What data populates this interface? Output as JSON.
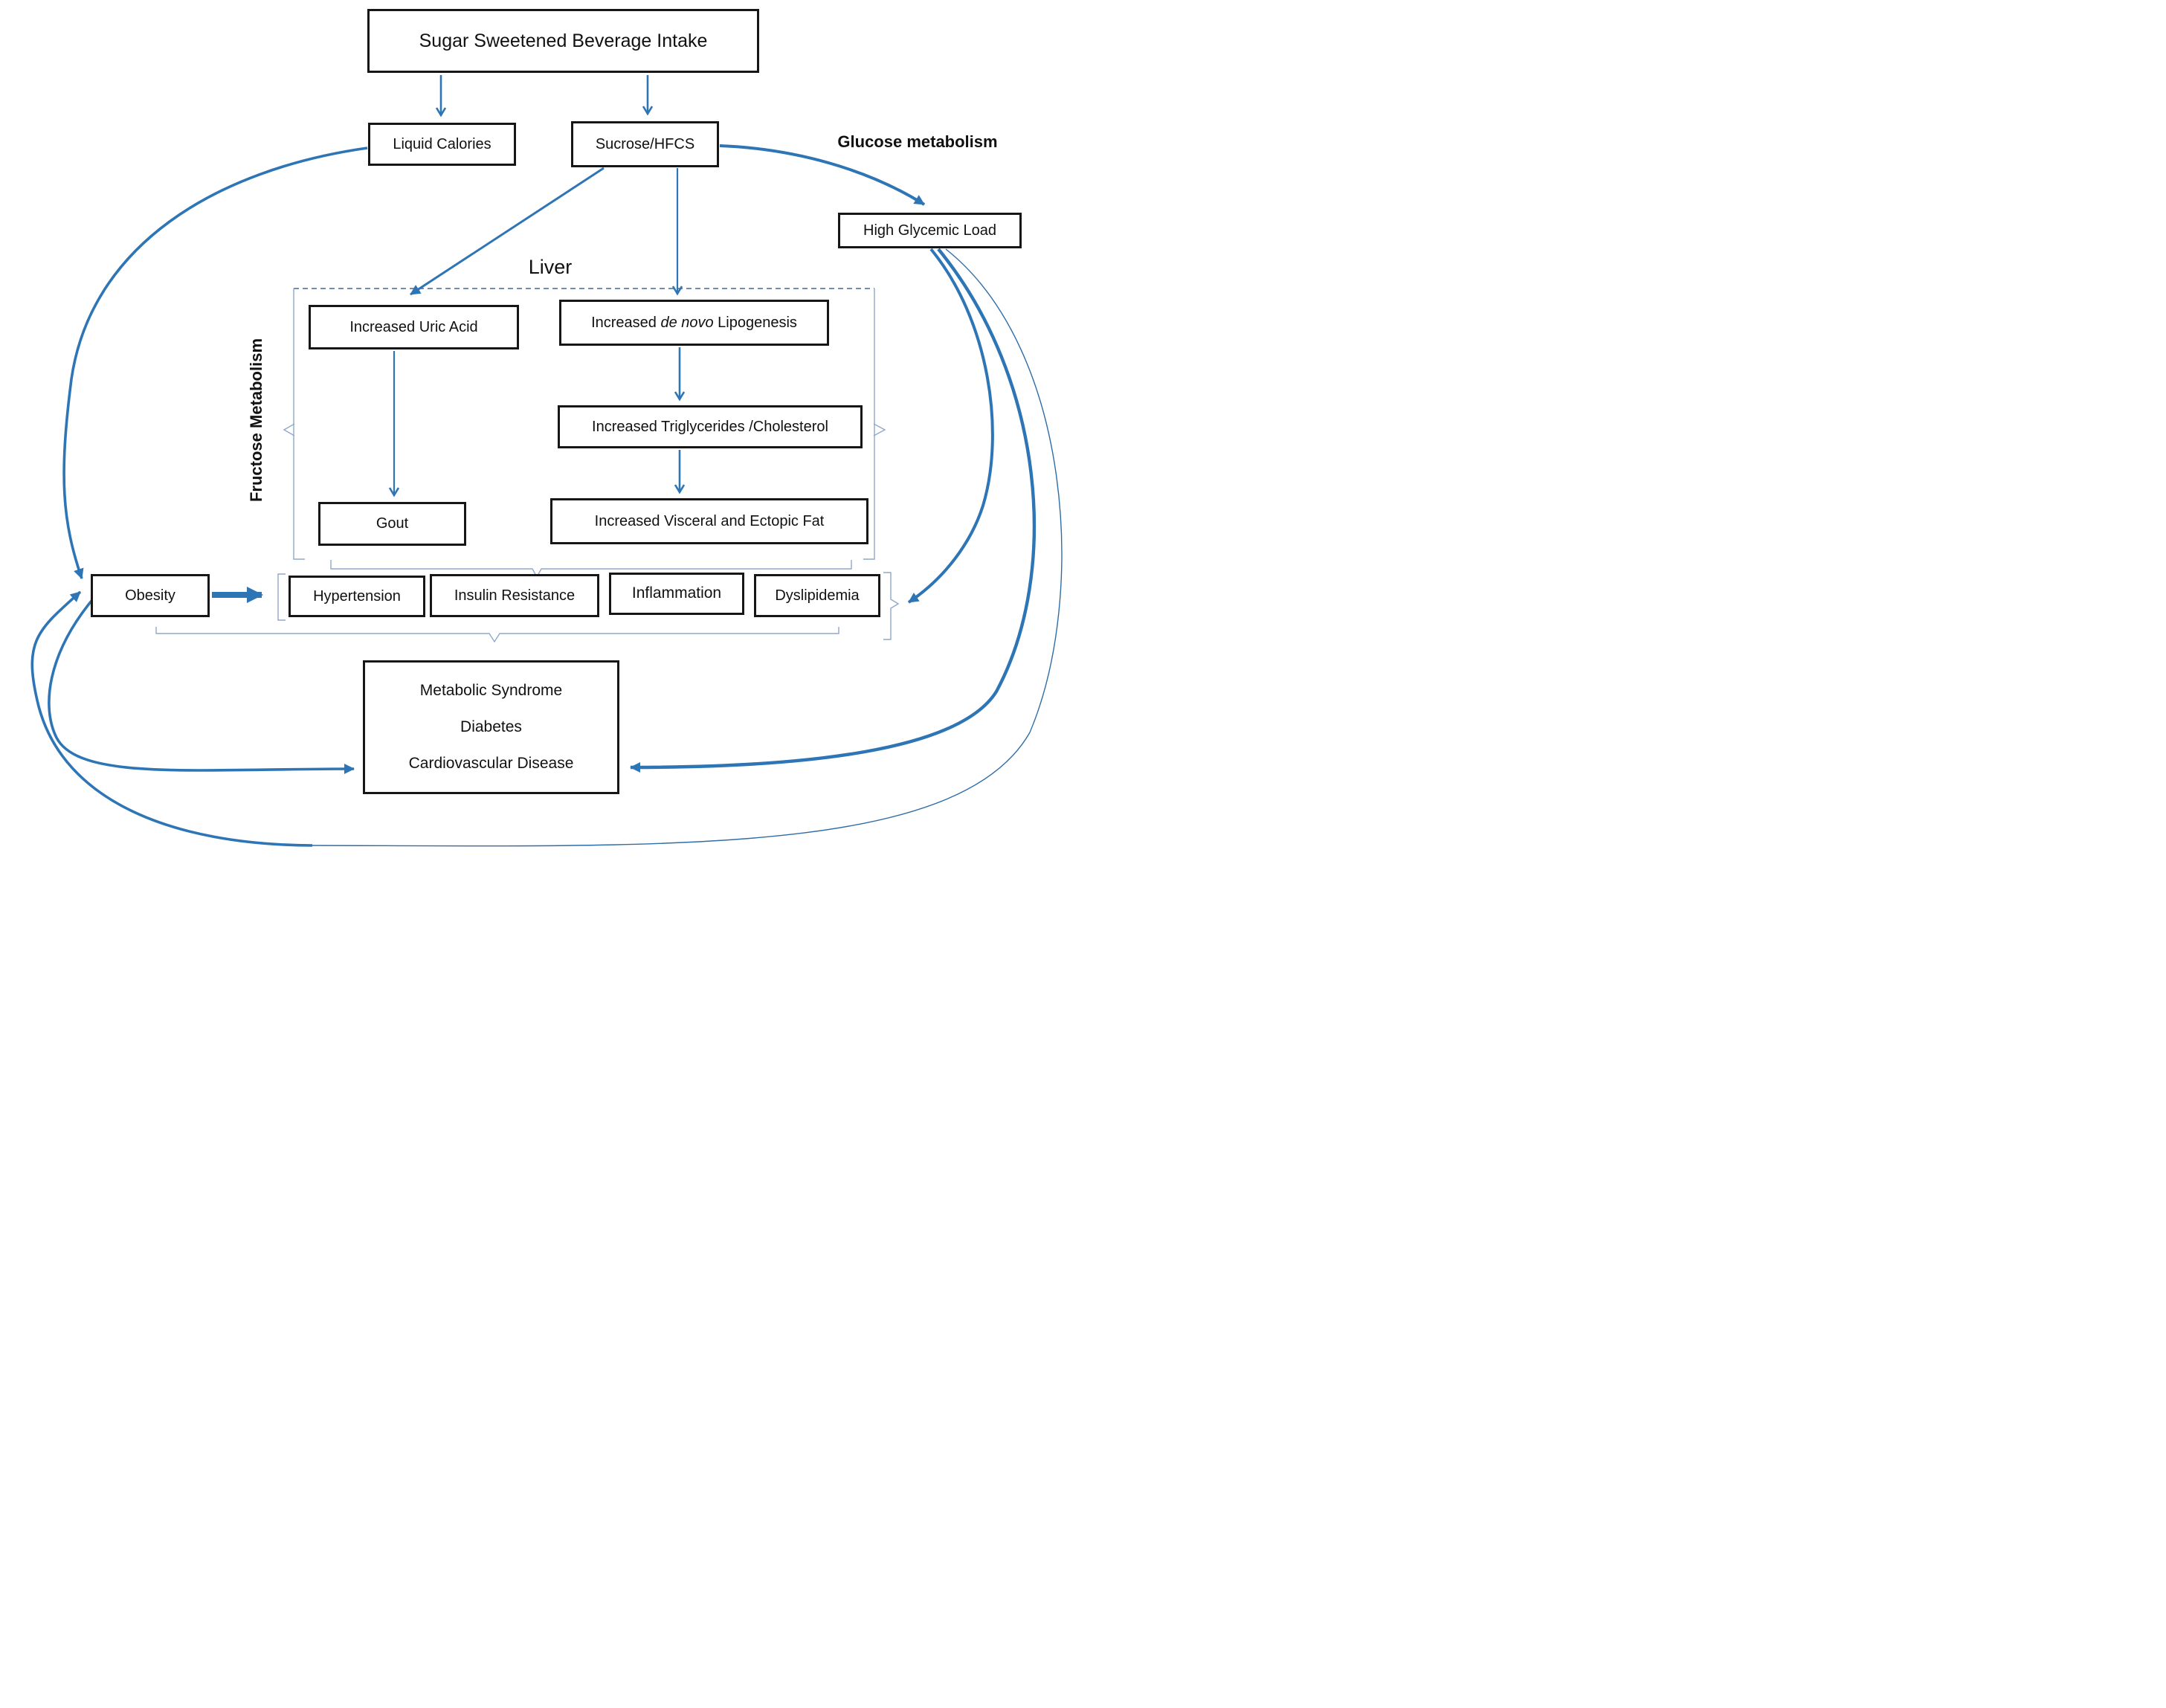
{
  "diagram": {
    "title_box": "Sugar Sweetened Beverage Intake",
    "nodes": {
      "liquid_calories": "Liquid Calories",
      "sucrose_hfcs": "Sucrose/HFCS",
      "high_glycemic_load": "High Glycemic Load",
      "increased_uric_acid": "Increased Uric Acid",
      "dnl_prefix": "Increased ",
      "dnl_italic": "de novo",
      "dnl_suffix": " Lipogenesis",
      "triglycerides": "Increased Triglycerides /Cholesterol",
      "visceral_fat": "Increased Visceral and Ectopic Fat",
      "gout": "Gout",
      "obesity": "Obesity",
      "hypertension": "Hypertension",
      "insulin_resistance": "Insulin Resistance",
      "inflammation": "Inflammation",
      "dyslipidemia": "Dyslipidemia",
      "outcome_line1": "Metabolic Syndrome",
      "outcome_line2": "Diabetes",
      "outcome_line3": "Cardiovascular Disease"
    },
    "labels": {
      "glucose_metabolism": "Glucose metabolism",
      "liver": "Liver",
      "fructose_metabolism": "Fructose Metabolism"
    },
    "colors": {
      "arrow_blue": "#2E75B6",
      "loop_blue": "#2F6DA8",
      "bracket_blue": "#8FA9C9",
      "dashed_border": "#5B7DA6",
      "box_border": "#161616"
    }
  }
}
